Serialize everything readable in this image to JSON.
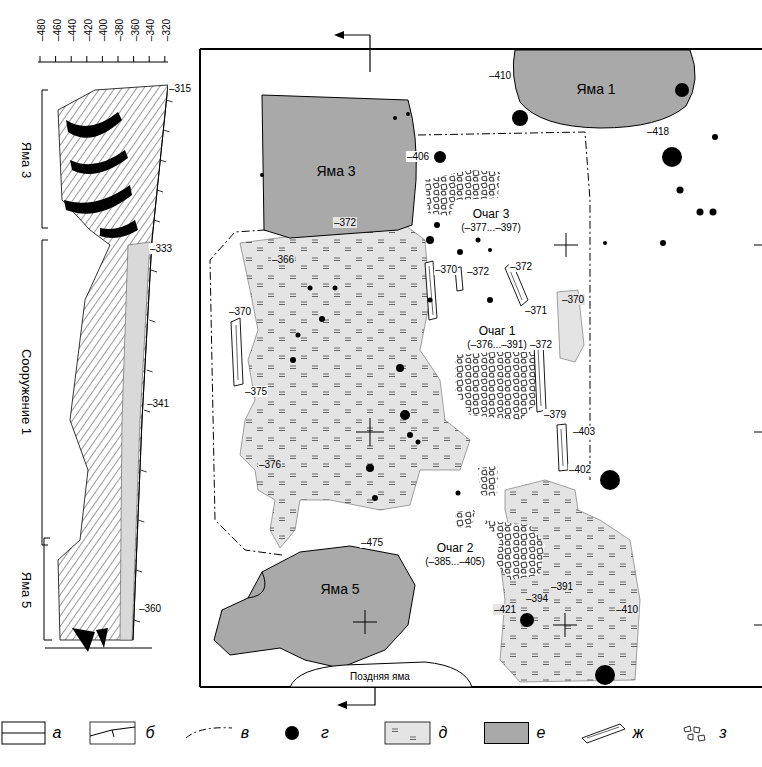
{
  "diagram": {
    "nodes": [
      {
        "text": [
          "Яма 1"
        ]
      },
      {
        "text": [
          "Яма 3"
        ]
      },
      {
        "text": [
          "Яма 5"
        ]
      },
      {
        "text": [
          "Поздняя яма"
        ]
      }
    ],
    "labels": [
      "–480",
      "–460",
      "–440",
      "–420",
      "–400",
      "–380",
      "–360",
      "–340",
      "–320",
      "–315",
      "–333",
      "–341",
      "–360",
      "Яма 3",
      "Сооружение 1",
      "Яма 5",
      "Очаг 3",
      "(–377...–397)",
      "Очаг 1",
      "(–376...–391)",
      "Очаг 2",
      "(–385...–405)",
      "–410",
      "–418",
      "–406",
      "–372",
      "–366",
      "–370",
      "–375",
      "–376",
      "–370",
      "–372",
      "–372",
      "–370",
      "–371",
      "–372",
      "–379",
      "–403",
      "–402",
      "–475",
      "–391",
      "–394",
      "–410",
      "–421"
    ],
    "legend": [
      {
        "text": "а"
      },
      {
        "text": "б"
      },
      {
        "text": "в"
      },
      {
        "text": "г"
      },
      {
        "text": "д"
      },
      {
        "text": "е",
        "color": "#a9a9a9"
      },
      {
        "text": "ж"
      },
      {
        "text": "з"
      }
    ]
  }
}
